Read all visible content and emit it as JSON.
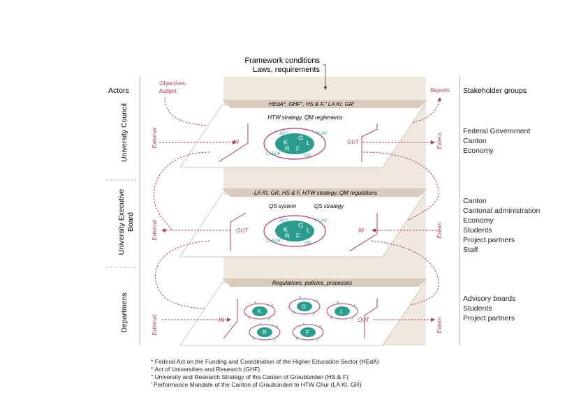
{
  "framework": {
    "title": "Framework conditions",
    "subtitle": "Laws, requirements"
  },
  "headers": {
    "actors": "Actors",
    "stakeholders": "Stakeholder groups"
  },
  "annotations": {
    "objectives": "Objectives,",
    "budget": "budget",
    "reports": "Reports"
  },
  "actors": [
    "University Council",
    "University Executive",
    "Board",
    "Departmens"
  ],
  "levels": [
    {
      "banner": "HEdA*, GHF°, HS & F,\" LA Kt. GR'",
      "strategy_line": "HTW strategy, QM reglements",
      "left_in": "IN",
      "right_out": "OUT",
      "left_side": "External",
      "right_side": "Extern",
      "cycle": [
        "ACT",
        "PLAN",
        "DO",
        "CHECK"
      ],
      "cycle_letters": [
        "K",
        "G",
        "R",
        "F",
        "L"
      ],
      "stakeholders": [
        "Federal Government",
        "Canton",
        "Economy"
      ]
    },
    {
      "banner": "LA Kt. GR, HS & F, HTW strategy, QM regulations",
      "qs_system": "QS system",
      "qs_strategy": "QS strategy",
      "left_out": "OUT",
      "right_in": "IN",
      "left_side": "External",
      "right_side": "Extern",
      "cycle": [
        "ACT",
        "PLAN",
        "DO",
        "CHECK"
      ],
      "cycle_letters": [
        "K",
        "G",
        "R",
        "F",
        "L"
      ],
      "stakeholders": [
        "Canton",
        "Cantonal administration",
        "Economy",
        "Students",
        "Project partners",
        "Staff"
      ]
    },
    {
      "banner": "Regulations, policies, processes",
      "left_in": "IN",
      "right_out": "OUT",
      "left_side": "External",
      "right_side": "Extern",
      "small_cycle_letters": [
        "A",
        "P",
        "D",
        "C"
      ],
      "units": [
        "K",
        "G",
        "L",
        "R",
        "F"
      ],
      "stakeholders": [
        "Advisory boards",
        "Students",
        "Project partners"
      ]
    }
  ],
  "footnotes": [
    "* Federal Act on the Funding and Coordination of the Higher Education Sector (HEdA)",
    "° Act of Universities and Research (GHF)",
    "\" University and Research Strategy of the Canton of Graubünden (HS & F)",
    "' Performance Mandate of the Canton of Graubünden to HTW Chur (LA Kt. GR)"
  ],
  "colors": {
    "accent": "#b03a62",
    "teal": "#2a9d8f",
    "band": "#efe8de",
    "banner": "#d9cbbd",
    "plane_stroke": "#c9b8a8",
    "divider": "#9a9a9a"
  }
}
